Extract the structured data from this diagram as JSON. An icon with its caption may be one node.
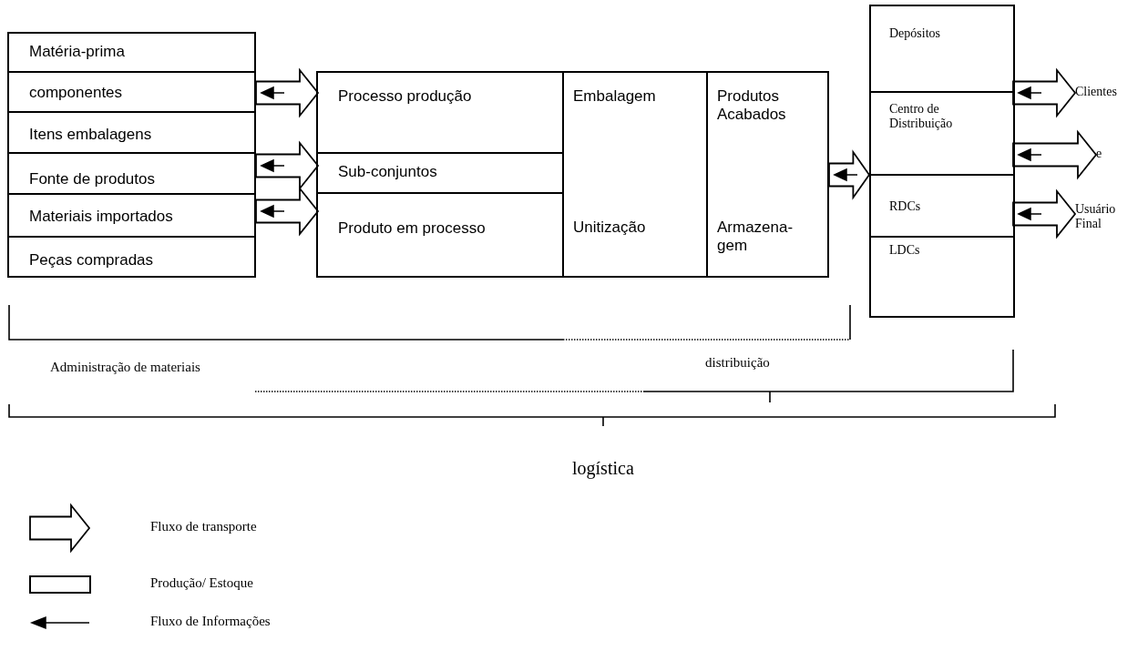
{
  "diagram": {
    "nodes": [
      {
        "text": [
          "Matéria-prima"
        ]
      },
      {
        "text": [
          "componentes"
        ]
      },
      {
        "text": [
          "Itens embalagens"
        ]
      },
      {
        "text": [
          "Fonte de produtos"
        ]
      },
      {
        "text": [
          "Materiais importados"
        ]
      },
      {
        "text": [
          "Peças compradas"
        ]
      },
      {
        "text": [],
        "shape": "box"
      },
      {
        "text": [
          "Processo produção"
        ],
        "in": 6
      },
      {
        "text": [
          "Sub-conjuntos"
        ],
        "in": 6
      },
      {
        "text": [
          "Produto em processo"
        ],
        "in": 6
      },
      {
        "text": [
          "Embalagem",
          "Unitização"
        ],
        "in": 6
      },
      {
        "text": [
          "Produtos Acabados",
          "Armazena- gem"
        ],
        "in": 6
      },
      {
        "text": [],
        "shape": "box"
      },
      {
        "text": [
          "Depósitos"
        ],
        "in": 12
      },
      {
        "text": [
          "Centro de Distribuição"
        ],
        "in": 12
      },
      {
        "text": [
          "RDCs"
        ],
        "in": 12
      },
      {
        "text": [
          "LDCs"
        ],
        "in": 12
      },
      {
        "text": [
          "Clientes"
        ]
      },
      {
        "text": [
          "e"
        ]
      },
      {
        "text": [
          "Usuário Final"
        ]
      }
    ],
    "edges": [
      {
        "from": 1,
        "to": 7,
        "arrow": "to"
      },
      {
        "from": 3,
        "to": 8,
        "arrow": "to"
      },
      {
        "from": 4,
        "to": 9,
        "arrow": "to"
      },
      {
        "from": 6,
        "to": 12,
        "arrow": "to"
      },
      {
        "from": 14,
        "to": 17,
        "arrow": "to"
      },
      {
        "from": 14,
        "to": 18,
        "arrow": "to"
      },
      {
        "from": 15,
        "to": 19,
        "arrow": "to"
      }
    ],
    "labels": [
      "Administração de materiais",
      "distribuição",
      "logística"
    ],
    "legend": [
      {
        "text": "Fluxo de transporte"
      },
      {
        "text": "Produção/ Estoque"
      },
      {
        "text": "Fluxo de Informações"
      }
    ]
  }
}
